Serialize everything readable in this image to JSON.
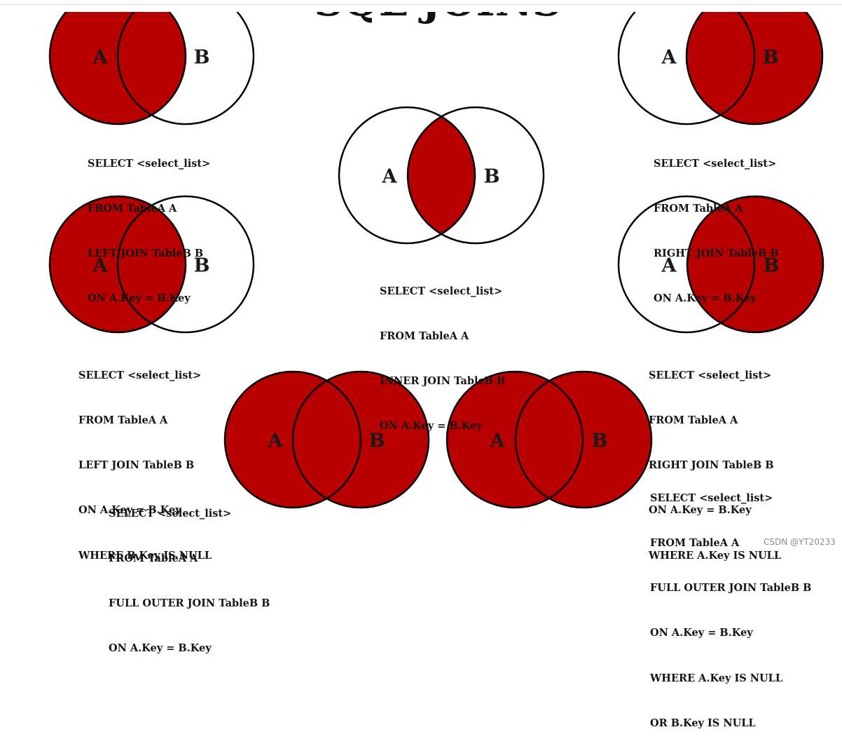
{
  "title": "SQL JOINS",
  "left_label": "A",
  "right_label": "B",
  "fill_color": "#b80000",
  "joins": [
    {
      "id": "left-join",
      "shade": "left-full",
      "sql": [
        "SELECT <select_list>",
        "FROM TableA A",
        "LEFT JOIN TableB B",
        "ON A.Key = B.Key"
      ]
    },
    {
      "id": "right-join",
      "shade": "right-full",
      "sql": [
        "SELECT <select_list>",
        "FROM TableA A",
        "RIGHT JOIN TableB B",
        "ON A.Key = B.Key"
      ]
    },
    {
      "id": "inner-join",
      "shade": "intersection",
      "sql": [
        "SELECT <select_list>",
        "FROM TableA A",
        "INNER JOIN TableB B",
        "ON A.Key = B.Key"
      ]
    },
    {
      "id": "left-excluding-join",
      "shade": "left-only",
      "sql": [
        "SELECT <select_list>",
        "FROM TableA A",
        "LEFT JOIN TableB B",
        "ON A.Key = B.Key",
        "WHERE B.Key IS NULL"
      ]
    },
    {
      "id": "right-excluding-join",
      "shade": "right-only",
      "sql": [
        "SELECT <select_list>",
        "FROM TableA A",
        "RIGHT JOIN TableB B",
        "ON A.Key = B.Key",
        "WHERE A.Key IS NULL"
      ]
    },
    {
      "id": "full-outer-join",
      "shade": "both-full",
      "sql": [
        "SELECT <select_list>",
        "FROM TableA A",
        "FULL OUTER JOIN TableB B",
        "ON A.Key = B.Key"
      ]
    },
    {
      "id": "full-outer-excluding-join",
      "shade": "both-excluding",
      "sql": [
        "SELECT <select_list>",
        "FROM TableA A",
        "FULL OUTER JOIN TableB B",
        "ON A.Key = B.Key",
        "WHERE A.Key IS NULL",
        "OR B.Key IS NULL"
      ]
    }
  ],
  "watermark": "CSDN @YT20233"
}
